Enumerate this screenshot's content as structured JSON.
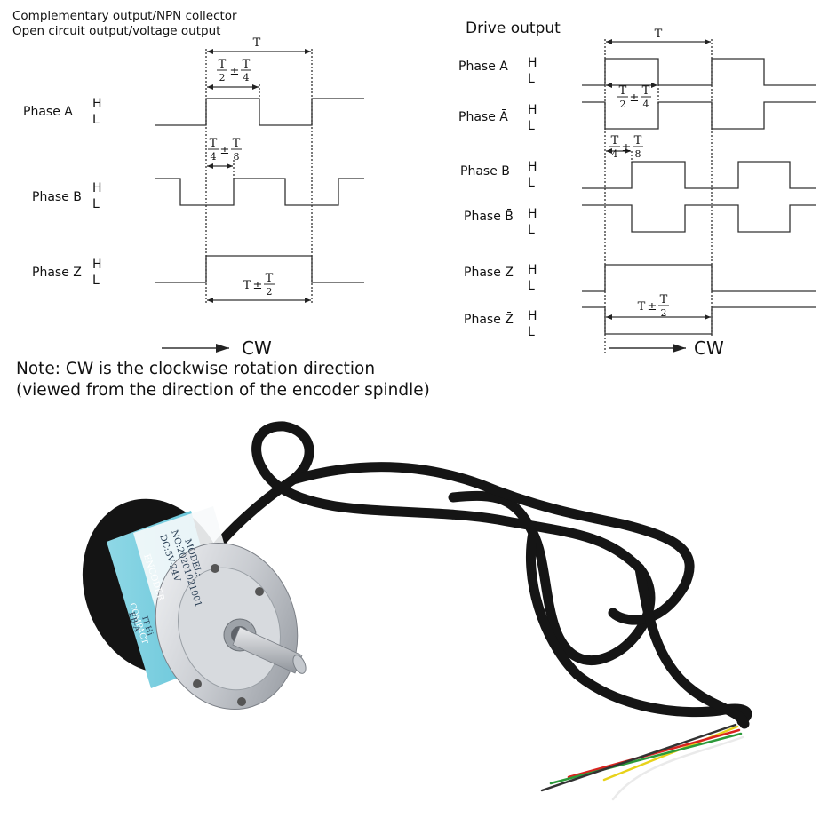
{
  "left_panel": {
    "title_line1": "Complementary output/NPN collector",
    "title_line2": "Open circuit output/voltage output",
    "period_label": "T",
    "phases": [
      {
        "name": "Phase A",
        "high": "H",
        "low": "L"
      },
      {
        "name": "Phase B",
        "high": "H",
        "low": "L"
      },
      {
        "name": "Phase Z",
        "high": "H",
        "low": "L"
      }
    ],
    "dim_a": {
      "prefix": "T",
      "sep": "±",
      "num": "T",
      "den1": "2",
      "den2": "4"
    },
    "dim_b": {
      "num1": "T",
      "den1": "4",
      "sep": "±",
      "num2": "T",
      "den2": "8"
    },
    "dim_z": {
      "prefix": "T",
      "sep": "±",
      "num": "T",
      "den": "2"
    },
    "direction": "CW"
  },
  "right_panel": {
    "title": "Drive output",
    "period_label": "T",
    "phases": [
      {
        "name": "Phase A",
        "high": "H",
        "low": "L"
      },
      {
        "name": "Phase Ā",
        "high": "H",
        "low": "L"
      },
      {
        "name": "Phase B",
        "high": "H",
        "low": "L"
      },
      {
        "name": "Phase B̄",
        "high": "H",
        "low": "L"
      },
      {
        "name": "Phase Z",
        "high": "H",
        "low": "L"
      },
      {
        "name": "Phase Z̄",
        "high": "H",
        "low": "L"
      }
    ],
    "direction": "CW"
  },
  "note_line1": "Note: CW is the clockwise rotation direction",
  "note_line2": "(viewed from the direction of the encoder spindle)",
  "product_photo": {
    "label_text": [
      "MODEL:",
      "NO:20201021001",
      "DC:5V-24V",
      "ENCODER",
      "COMPACT",
      "EB-A",
      "IT-Hi"
    ],
    "wire_colors": [
      "#e8d21a",
      "#d9231f",
      "#2c9a3a",
      "#f2f2f2"
    ]
  }
}
